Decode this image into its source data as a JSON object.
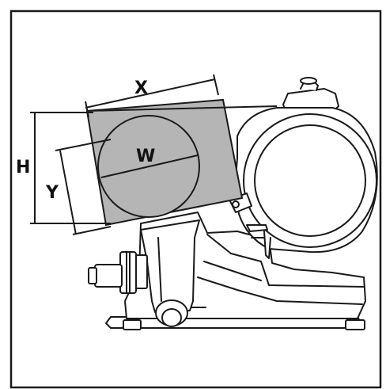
{
  "diagram": {
    "labels": {
      "x": "X",
      "y": "Y",
      "h": "H",
      "w": "W"
    },
    "colors": {
      "line": "#1a1a1a",
      "product_fill": "#b5b5b5",
      "background": "#ffffff"
    }
  }
}
